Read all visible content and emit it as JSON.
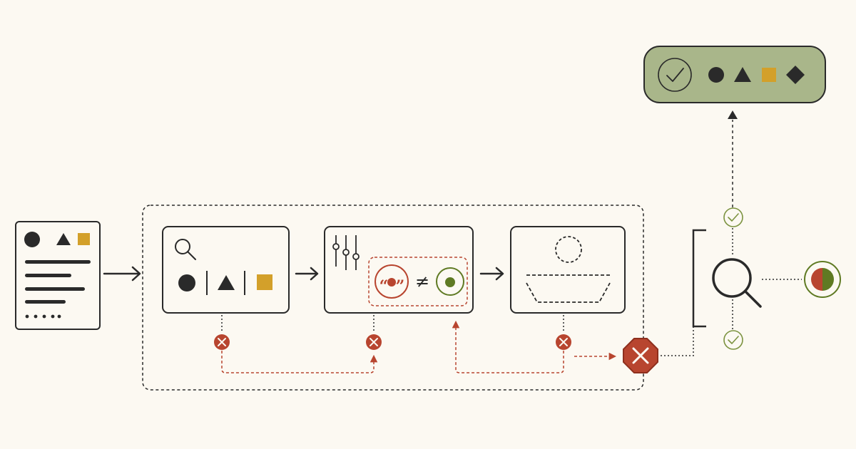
{
  "colors": {
    "background": "#fcf9f2",
    "ink": "#2a2a2a",
    "error_red": "#b8452f",
    "gold": "#d3a02a",
    "olive": "#5f7a23",
    "success_green": "#7c9340",
    "success_fill": "#a9b68a",
    "card_fill": "#fcf9f2"
  },
  "quote_chars": {
    "open": "“",
    "close": "”"
  },
  "not_equal_symbol": "≠",
  "icons": {
    "search": "magnifier-icon",
    "settings": "slider-controls-icon",
    "error": "x-circle-icon",
    "stop": "octagon-x-icon",
    "check": "check-circle-icon",
    "result": "half-circle-icon"
  },
  "input_shapes": [
    "circle",
    "triangle",
    "square"
  ],
  "output_shapes": [
    "circle",
    "triangle",
    "square",
    "diamond"
  ]
}
